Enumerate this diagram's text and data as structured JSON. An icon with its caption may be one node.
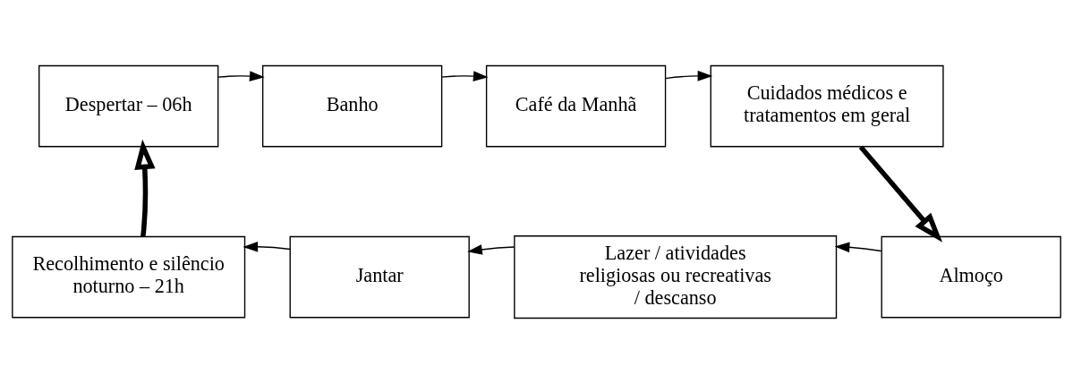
{
  "diagram": {
    "nodes": [
      {
        "text": [
          "Despertar – 06h"
        ]
      },
      {
        "text": [
          "Banho"
        ]
      },
      {
        "text": [
          "Café da Manhã"
        ]
      },
      {
        "text": [
          "Cuidados médicos e tratamentos em geral"
        ]
      },
      {
        "text": [
          "Recolhimento e silêncio noturno – 21h"
        ]
      },
      {
        "text": [
          "Jantar"
        ]
      },
      {
        "text": [
          "Lazer / atividades religiosas ou recreativas / descanso"
        ]
      },
      {
        "text": [
          "Almoço"
        ]
      }
    ],
    "edges": [
      {
        "from": 0,
        "to": 1,
        "arrow": "to"
      },
      {
        "from": 1,
        "to": 2,
        "arrow": "to"
      },
      {
        "from": 2,
        "to": 3,
        "arrow": "to"
      },
      {
        "from": 3,
        "to": 7,
        "arrow": "to",
        "style": "thick"
      },
      {
        "from": 7,
        "to": 6,
        "arrow": "to"
      },
      {
        "from": 6,
        "to": 5,
        "arrow": "to"
      },
      {
        "from": 5,
        "to": 4,
        "arrow": "to"
      },
      {
        "from": 4,
        "to": 0,
        "arrow": "to",
        "style": "thick"
      }
    ]
  }
}
